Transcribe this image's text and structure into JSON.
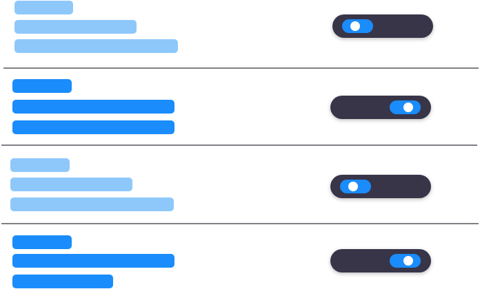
{
  "colors": {
    "light_bar": "#8ec8fb",
    "bright_bar": "#1a8cfb",
    "toggle_track": "#383549",
    "toggle_pill": "#1a8cfb",
    "divider": "#7f7f85"
  },
  "rows": [
    {
      "style": "light",
      "toggle": "off"
    },
    {
      "style": "bright",
      "toggle": "on"
    },
    {
      "style": "light",
      "toggle": "off"
    },
    {
      "style": "bright",
      "toggle": "on"
    }
  ]
}
